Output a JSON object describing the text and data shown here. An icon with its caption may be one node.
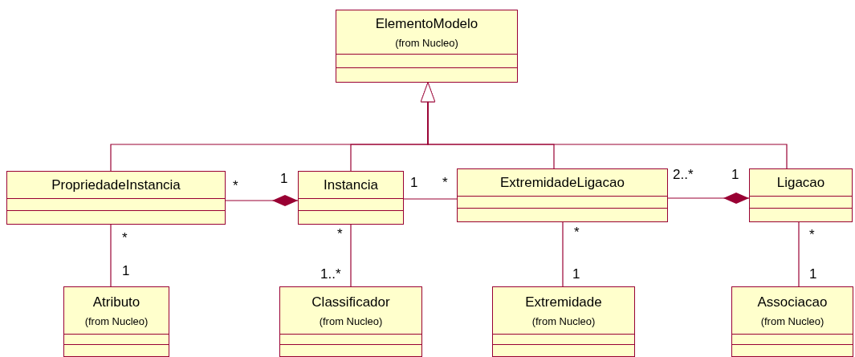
{
  "diagram": {
    "nodes": [
      {
        "text": [
          "ElementoModelo",
          "(from Nucleo)"
        ]
      },
      {
        "text": [
          "PropriedadeInstancia"
        ]
      },
      {
        "text": [
          "Instancia"
        ]
      },
      {
        "text": [
          "ExtremidadeLigacao"
        ]
      },
      {
        "text": [
          "Ligacao"
        ]
      },
      {
        "text": [
          "Atributo",
          "(from Nucleo)"
        ]
      },
      {
        "text": [
          "Classificador",
          "(from Nucleo)"
        ]
      },
      {
        "text": [
          "Extremidade",
          "(from Nucleo)"
        ]
      },
      {
        "text": [
          "Associacao",
          "(from Nucleo)"
        ]
      }
    ],
    "edges": [
      {
        "from": 1,
        "to": 0,
        "arrow": "to"
      },
      {
        "from": 2,
        "to": 0,
        "arrow": "to"
      },
      {
        "from": 3,
        "to": 0,
        "arrow": "to"
      },
      {
        "from": 4,
        "to": 0,
        "arrow": "to"
      },
      {
        "from": 1,
        "to": 2,
        "arrow": "other"
      },
      {
        "from": 2,
        "to": 3,
        "arrow": "none"
      },
      {
        "from": 3,
        "to": 4,
        "arrow": "other"
      },
      {
        "from": 1,
        "to": 5,
        "arrow": "none"
      },
      {
        "from": 2,
        "to": 6,
        "arrow": "none"
      },
      {
        "from": 3,
        "to": 7,
        "arrow": "none"
      },
      {
        "from": 4,
        "to": 8,
        "arrow": "none"
      }
    ],
    "labels": [
      "*",
      "1",
      "1",
      "*",
      "2..*",
      "1",
      "*",
      "*",
      "*",
      "*",
      "1",
      "1..*",
      "1",
      "1"
    ]
  }
}
